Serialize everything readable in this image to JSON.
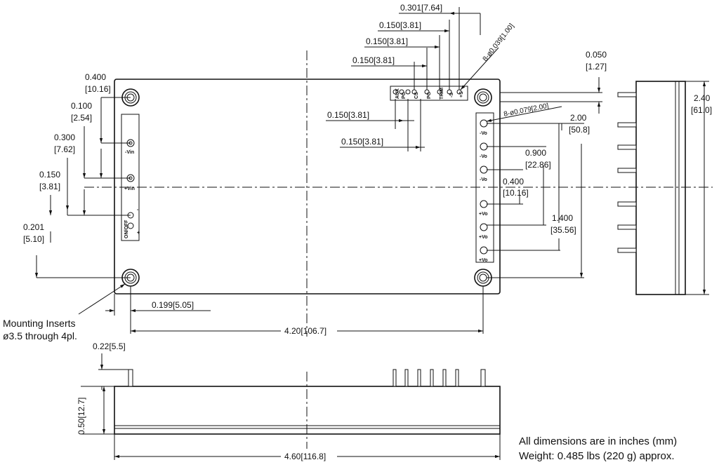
{
  "dimensions": {
    "d_0301": "0.301[7.64]",
    "d_0150_a": "0.150[3.81]",
    "d_0150_b": "0.150[3.81]",
    "d_0150_c": "0.150[3.81]",
    "d_0150_d": "0.150[3.81]",
    "d_0150_e": "0.150[3.81]",
    "pin_dia_small": "8-ø0.039[1.00]",
    "pin_dia_large": "8-ø0.079[2.00]",
    "d_0050_in": "0.050",
    "d_0050_mm": "[1.27]",
    "d_240_in": "2.40",
    "d_240_mm": "[61.0]",
    "d_200_in": "2.00",
    "d_200_mm": "[50.8]",
    "d_0900_in": "0.900",
    "d_0900_mm": "[22.86]",
    "d_0400r_in": "0.400",
    "d_0400r_mm": "[10.16]",
    "d_1400_in": "1.400",
    "d_1400_mm": "[35.56]",
    "d_0400l_in": "0.400",
    "d_0400l_mm": "[10.16]",
    "d_0100_in": "0.100",
    "d_0100_mm": "[2.54]",
    "d_0300_in": "0.300",
    "d_0300_mm": "[7.62]",
    "d_0150l_in": "0.150",
    "d_0150l_mm": "[3.81]",
    "d_0201_in": "0.201",
    "d_0201_mm": "[5.10]",
    "d_0199": "0.199[5.05]",
    "d_420": "4.20[106.7]",
    "d_022": "0.22[5.5]",
    "d_050": "0.50[12.7]",
    "d_460": "4.60[116.8]"
  },
  "pins_right": [
    "-Vo",
    "-Vo",
    "-Vo",
    "+Vo",
    "+Vo",
    "+Vo"
  ],
  "pins_left": [
    "-Vin",
    "+Vin"
  ],
  "on_off": "ON/OFF",
  "on_off_minus": "-",
  "on_off_plus": "+",
  "signal_pins": [
    "AUX",
    "PC",
    "CS",
    "PG",
    "TRIM",
    "-S",
    "+S"
  ],
  "mounting_line1": "Mounting Inserts",
  "mounting_line2": "ø3.5 through 4pl.",
  "note_line1": "All dimensions are in inches (mm)",
  "note_line2": "Weight: 0.485 lbs (220 g) approx."
}
